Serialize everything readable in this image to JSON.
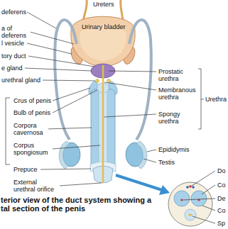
{
  "diagram": {
    "caption": "terior view of the duct system showing a tal section of the penis",
    "labels": [
      "Ureters",
      "Urinary bladder",
      "deferens",
      "a of deferens",
      "l vesicle",
      "tory duct",
      "e gland",
      "urethral gland",
      "Crus of penis",
      "Bulb of penis",
      "Corpora cavernosa",
      "Corpus spongiosum",
      "Prepuce",
      "External urethral orifice",
      "Prostatic urethra",
      "Membranous urethra",
      "Spongy urethra",
      "Urethra",
      "Epididymis",
      "Testis",
      "Do",
      "Co",
      "De",
      "Co",
      "Sp"
    ]
  }
}
